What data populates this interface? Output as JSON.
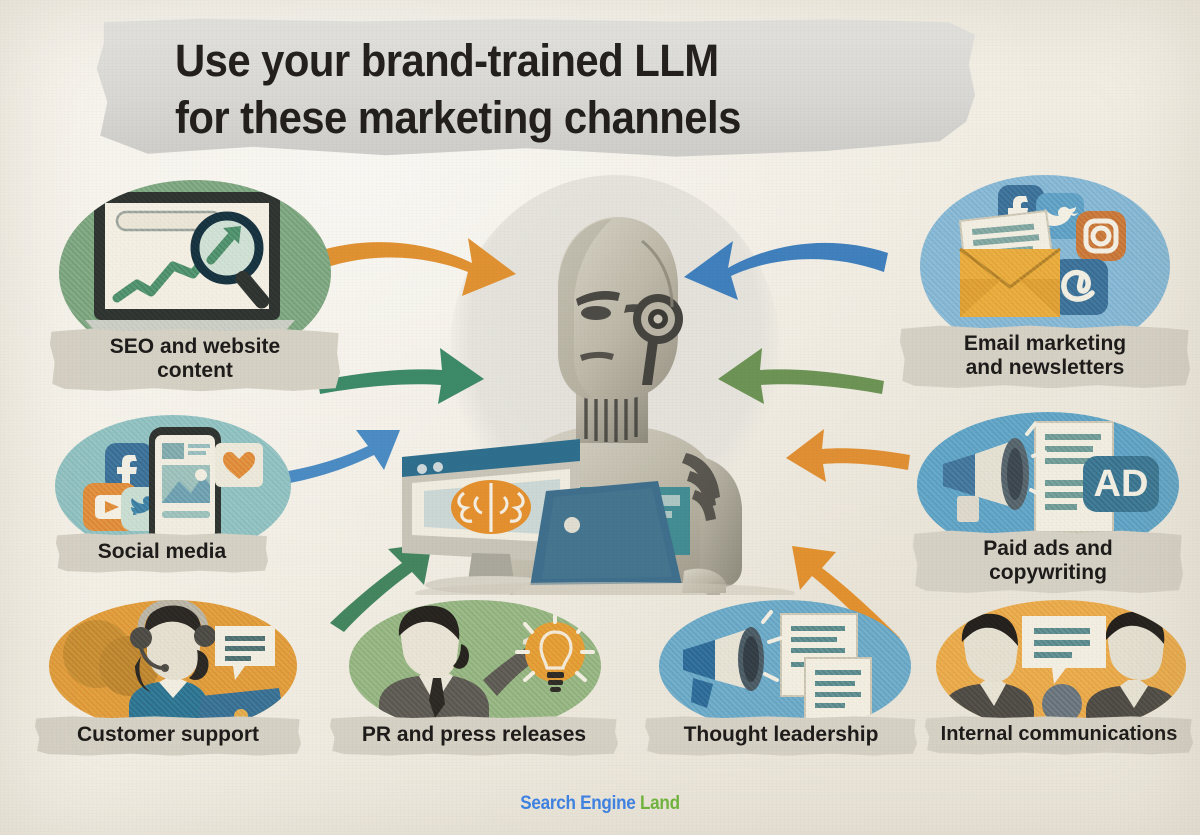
{
  "title": {
    "line1": "Use your brand-trained LLM",
    "line2": "for these marketing channels"
  },
  "center": {
    "name": "brand-trained-llm-robot",
    "description": "Humanoid AI robot working at a desktop monitor and laptop",
    "monitor_icon": "brain-icon"
  },
  "channels": [
    {
      "id": "seo",
      "label_line1": "SEO and website",
      "label_line2": "content",
      "circle_color": "#7ba57e",
      "icons": [
        "browser-window-icon",
        "magnifier-icon",
        "trend-up-icon"
      ],
      "position": "top-left"
    },
    {
      "id": "social-media",
      "label_line1": "Social media",
      "label_line2": "",
      "circle_color": "#8fc0c0",
      "icons": [
        "smartphone-icon",
        "facebook-icon",
        "youtube-icon",
        "twitter-icon",
        "heart-icon"
      ],
      "position": "mid-left"
    },
    {
      "id": "email-marketing",
      "label_line1": "Email marketing",
      "label_line2": "and newsletters",
      "circle_color": "#84b6d4",
      "icons": [
        "envelope-icon",
        "letter-icon",
        "facebook-icon",
        "twitter-icon",
        "instagram-icon",
        "at-sign-icon"
      ],
      "position": "top-right"
    },
    {
      "id": "paid-ads",
      "label_line1": "Paid ads and",
      "label_line2": "copywriting",
      "circle_color": "#5fa2c4",
      "icons": [
        "megaphone-icon",
        "document-icon",
        "ad-badge-icon"
      ],
      "position": "mid-right"
    },
    {
      "id": "customer-support",
      "label_line1": "Customer support",
      "label_line2": "",
      "circle_color": "#e09a3c",
      "icons": [
        "headset-agent-icon",
        "chat-bubble-icon",
        "laptop-icon"
      ],
      "position": "bottom-1"
    },
    {
      "id": "pr-press",
      "label_line1": "PR and press releases",
      "label_line2": "",
      "circle_color": "#93b47f",
      "icons": [
        "businessman-icon",
        "lightbulb-icon"
      ],
      "position": "bottom-2"
    },
    {
      "id": "thought-leadership",
      "label_line1": "Thought leadership",
      "label_line2": "",
      "circle_color": "#6aa8c6",
      "icons": [
        "megaphone-icon",
        "document-icon"
      ],
      "position": "bottom-3"
    },
    {
      "id": "internal-comms",
      "label_line1": "Internal communications",
      "label_line2": "",
      "circle_color": "#e9a84a",
      "icons": [
        "two-people-icon",
        "chat-bubble-icon",
        "microphone-icon"
      ],
      "position": "bottom-4"
    }
  ],
  "arrows": [
    {
      "id": "seo-to-center",
      "color": "#e09232",
      "direction": "right"
    },
    {
      "id": "center-to-seo",
      "color": "#3d8a68",
      "direction": "right"
    },
    {
      "id": "email-to-center",
      "color": "#4080bd",
      "direction": "left"
    },
    {
      "id": "center-to-email",
      "color": "#6d9355",
      "direction": "left"
    },
    {
      "id": "social-to-center",
      "color": "#4b8cc4",
      "direction": "up-right"
    },
    {
      "id": "paid-ads-to-center",
      "color": "#e08f33",
      "direction": "up-left"
    },
    {
      "id": "pr-to-center",
      "color": "#44865f",
      "direction": "up-right"
    },
    {
      "id": "internal-to-center",
      "color": "#e2912f",
      "direction": "up-left"
    }
  ],
  "footer": {
    "brand_primary": "Search Engine",
    "brand_secondary": "Land",
    "color_primary": "#3b82e8",
    "color_secondary": "#6fb63b"
  }
}
